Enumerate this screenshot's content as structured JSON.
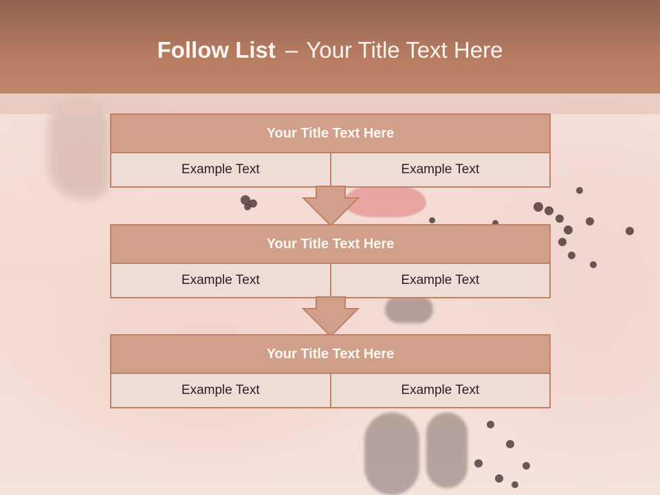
{
  "slide": {
    "title_bold": "Follow List",
    "title_separator": "–",
    "title_rest": "Your Title Text Here"
  },
  "blocks": [
    {
      "title": "Your Title Text Here",
      "left": "Example Text",
      "right": "Example Text"
    },
    {
      "title": "Your Title Text Here",
      "left": "Example Text",
      "right": "Example Text"
    },
    {
      "title": "Your Title Text Here",
      "left": "Example Text",
      "right": "Example Text"
    }
  ],
  "colors": {
    "header": "#b67c62",
    "block_title_fill": "#d0a08a",
    "block_border": "#c08068",
    "cell_fill": "#f0dcd7",
    "arrow_fill": "#d0a08a"
  },
  "icons": [
    "down-arrow-icon",
    "down-arrow-icon"
  ]
}
